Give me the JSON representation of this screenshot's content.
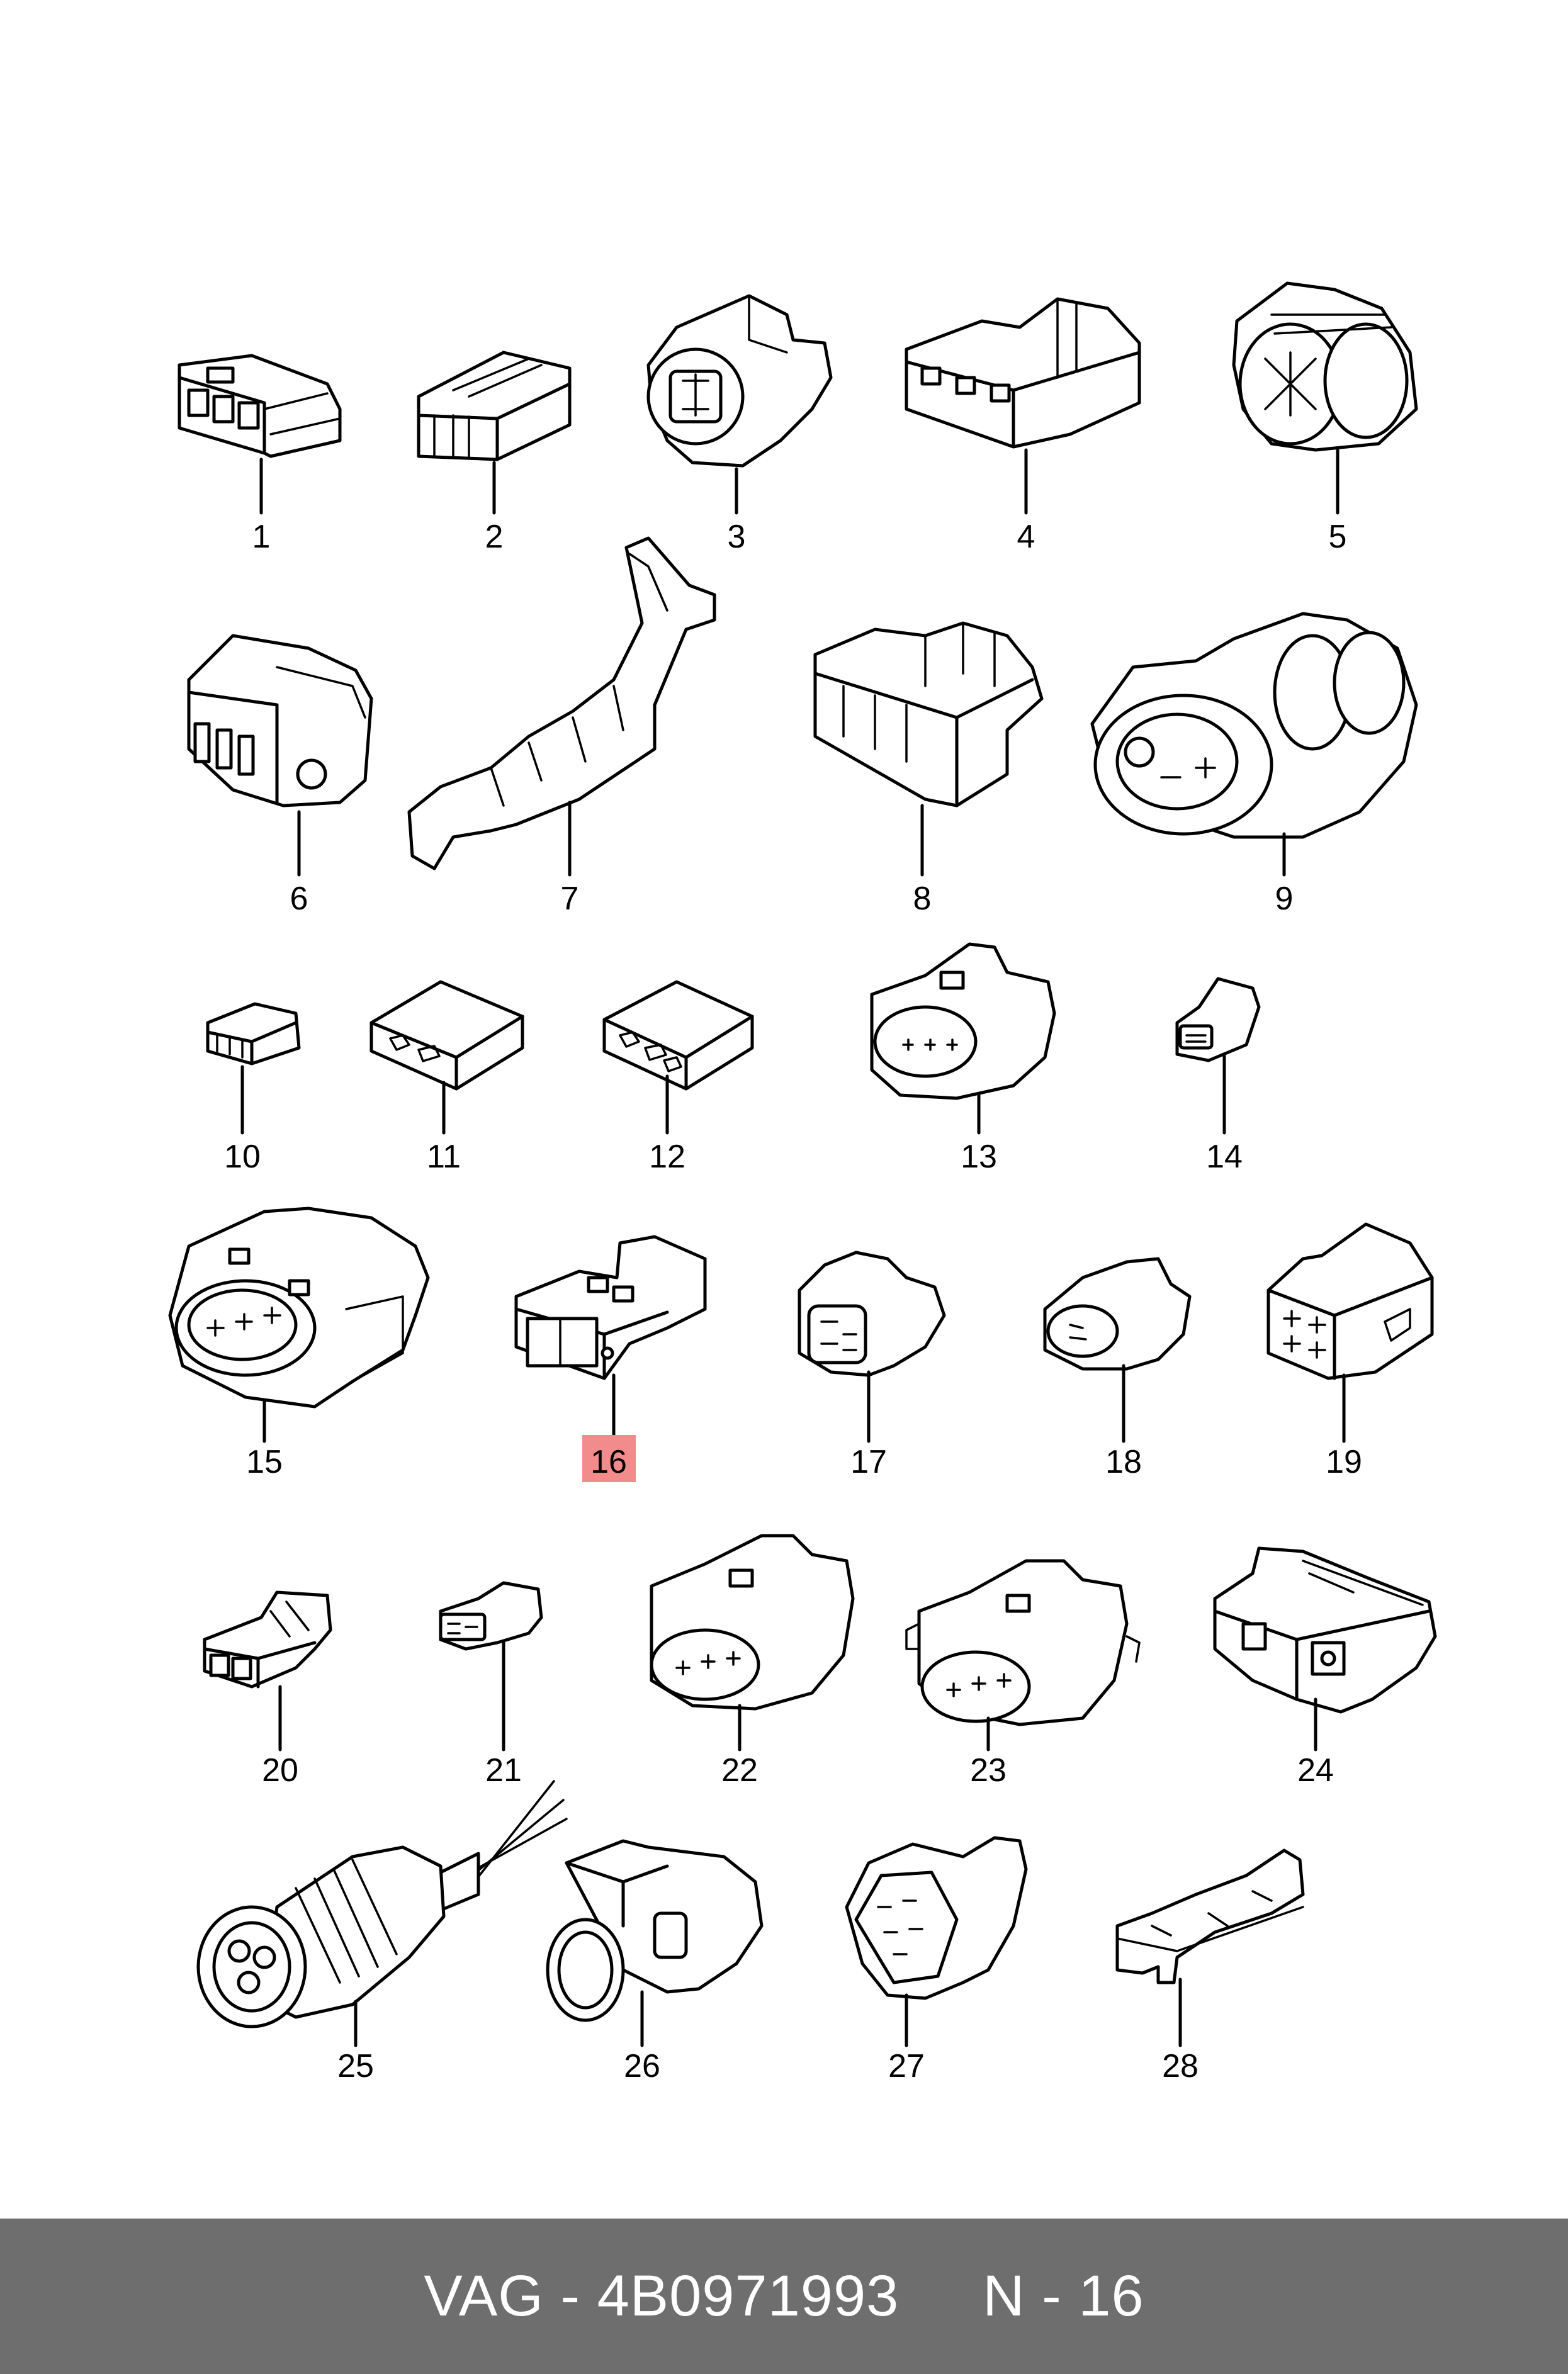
{
  "diagram": {
    "highlighted_label": "16",
    "parts": [
      {
        "label": "1",
        "kind": "connector-3pin-flat"
      },
      {
        "label": "2",
        "kind": "connector-2way-housing"
      },
      {
        "label": "3",
        "kind": "connector-round-4pin"
      },
      {
        "label": "4",
        "kind": "connector-3way-housing"
      },
      {
        "label": "5",
        "kind": "connector-round-bayonet"
      },
      {
        "label": "6",
        "kind": "connector-sealed-4pin"
      },
      {
        "label": "7",
        "kind": "terminal-contact"
      },
      {
        "label": "8",
        "kind": "connector-multi-way"
      },
      {
        "label": "9",
        "kind": "connector-oval-3pin"
      },
      {
        "label": "10",
        "kind": "connector-mini-3pin"
      },
      {
        "label": "11",
        "kind": "housing-flat-3way"
      },
      {
        "label": "12",
        "kind": "housing-flat-3way"
      },
      {
        "label": "13",
        "kind": "connector-oval-3pin-latch"
      },
      {
        "label": "14",
        "kind": "connector-mini-2pin"
      },
      {
        "label": "15",
        "kind": "connector-oval-4pin-latch"
      },
      {
        "label": "16",
        "kind": "connector-2way-box"
      },
      {
        "label": "17",
        "kind": "connector-4pin-square"
      },
      {
        "label": "18",
        "kind": "connector-2pin-round"
      },
      {
        "label": "19",
        "kind": "connector-4pin-box"
      },
      {
        "label": "20",
        "kind": "connector-2pin-latch"
      },
      {
        "label": "21",
        "kind": "connector-mini-3pin-flat"
      },
      {
        "label": "22",
        "kind": "connector-oval-3pin-latch"
      },
      {
        "label": "23",
        "kind": "connector-oval-3pin-ears"
      },
      {
        "label": "24",
        "kind": "bracket-housing"
      },
      {
        "label": "25",
        "kind": "connector-round-sealed-cable"
      },
      {
        "label": "26",
        "kind": "connector-round-sleeve"
      },
      {
        "label": "27",
        "kind": "connector-triangular"
      },
      {
        "label": "28",
        "kind": "clip-bracket"
      }
    ]
  },
  "footer": {
    "text": "VAG - 4B0971993     N - 16"
  },
  "colors": {
    "footer_bg": "#6e6e6e",
    "footer_text": "#ffffff",
    "highlight": "#f28b8b",
    "line": "#000000"
  }
}
